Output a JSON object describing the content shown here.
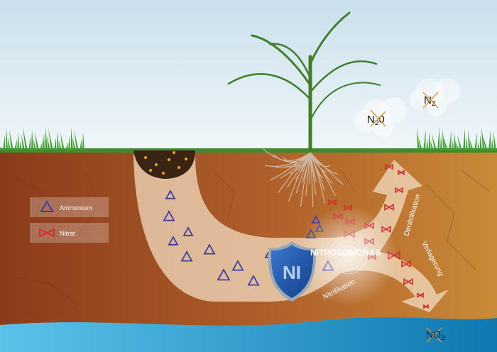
{
  "legend": {
    "ammonium_label": "Ammonium",
    "nitrat_label": "Nitrat"
  },
  "labels": {
    "inhibitor": "NI",
    "bacteria": "NITROSOMONAS",
    "nitrification": "Nitrifikation",
    "denitrification": "Denitrifikation",
    "leaching": "Verlagerung"
  },
  "gases": {
    "n2o_main": "N",
    "n2o_sub": "2",
    "n2o_tail": "0",
    "n2_main": "N",
    "n2_sub": "2"
  },
  "water": {
    "no3_main": "NO",
    "no3_sub": "3"
  },
  "colors": {
    "sky": "#e6f1f6",
    "soil_dark": "#8a3c1a",
    "soil_light": "#c27a2e",
    "water": "#2a9fd4",
    "arrow": "#f2dcc0",
    "ammonium": "#3b3fa0",
    "nitrat": "#d42a2a",
    "shield": "#1f55a8",
    "cross": "#e0922e"
  }
}
